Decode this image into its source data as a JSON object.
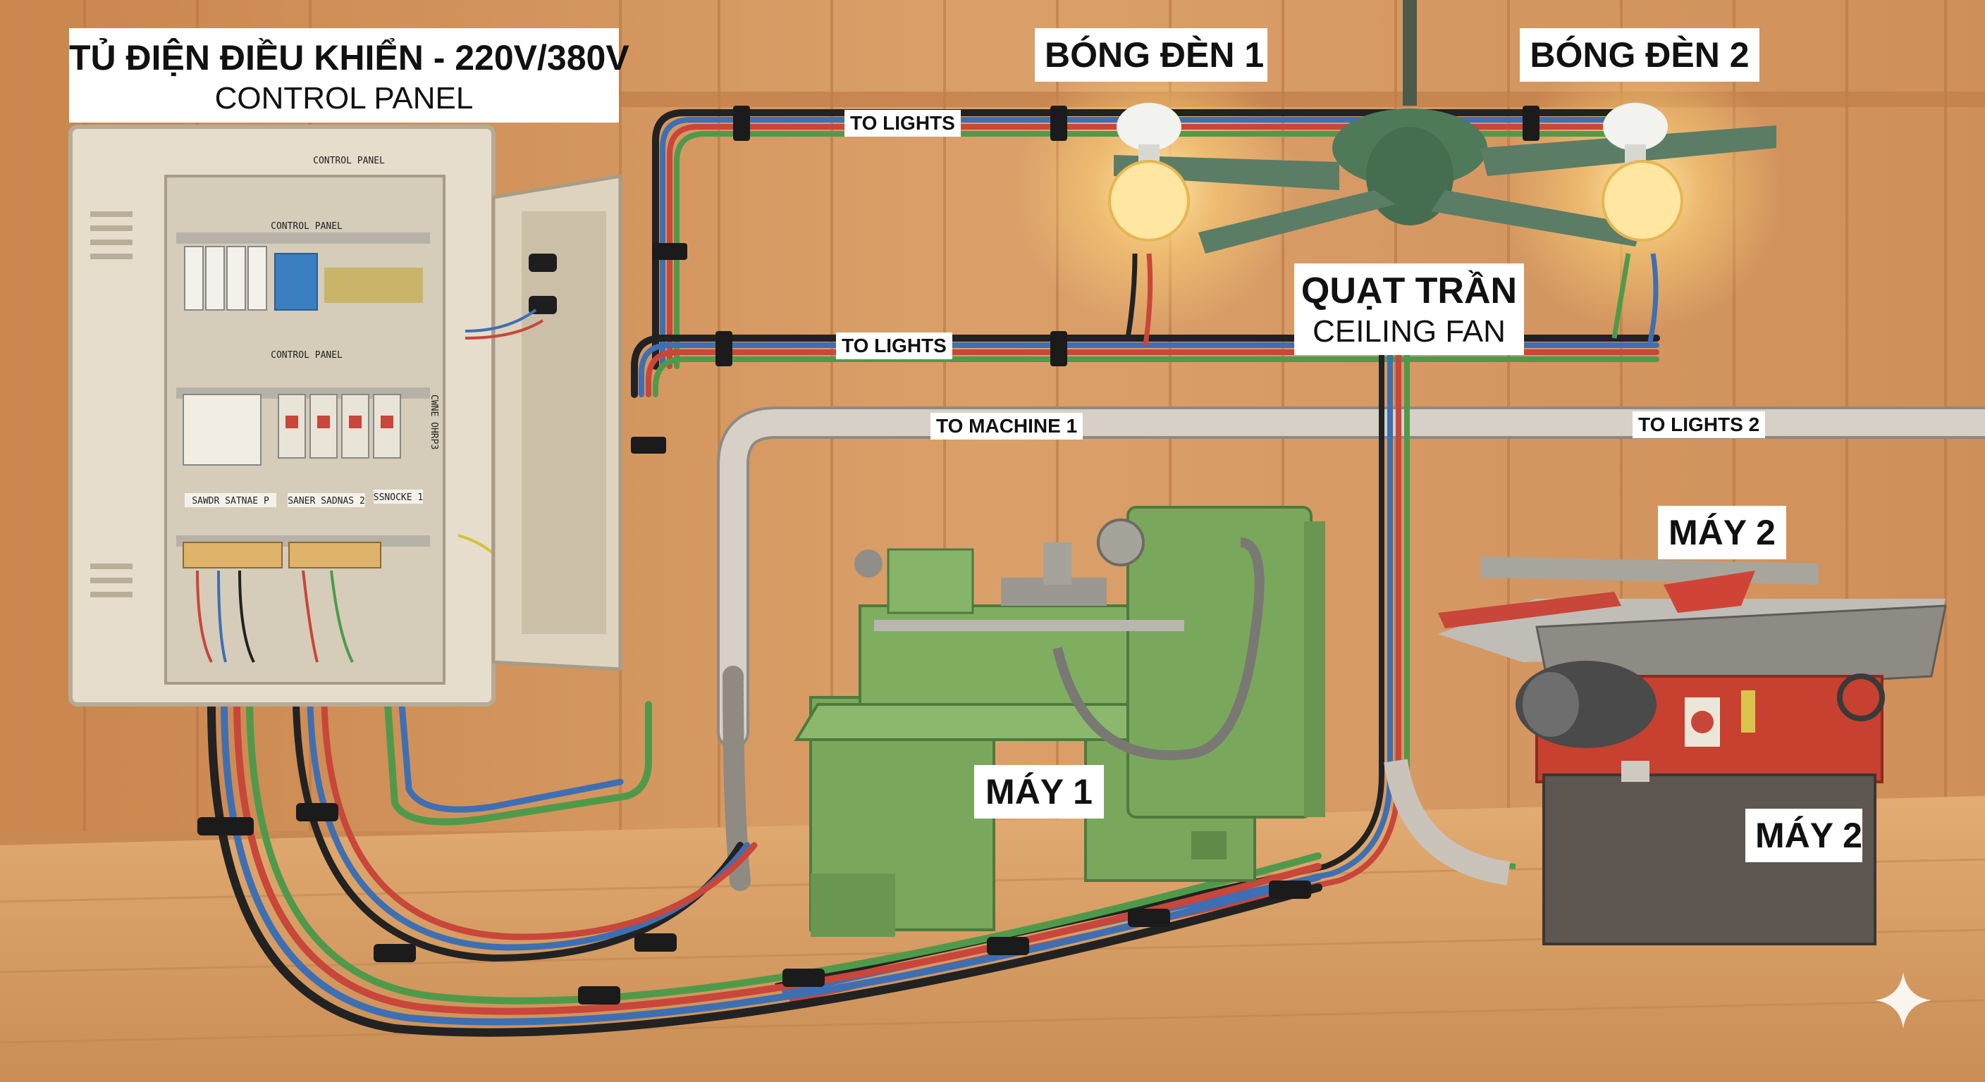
{
  "labels": {
    "panel_title": "TỦ ĐIỆN ĐIỀU KHIỂN - 220V/380V",
    "panel_subtitle": "CONTROL PANEL",
    "bulb1": "BÓNG ĐÈN 1",
    "bulb2": "BÓNG ĐÈN 2",
    "fan_title": "QUẠT TRẦN",
    "fan_subtitle": "CEILING FAN",
    "machine1": "MÁY 1",
    "machine2_upper": "MÁY 2",
    "machine2_lower": "MÁY 2"
  },
  "cable_tags": {
    "to_lights_top": "TO LIGHTS",
    "to_lights_mid": "TO LIGHTS",
    "to_machine1": "TO MACHINE 1",
    "to_lights2": "TO LIGHTS 2"
  },
  "panel_internal": {
    "box_top": "CONTROL PANEL",
    "inner_top": "CONTROL PANEL",
    "inner_mid": "CONTROL PANEL",
    "row_label_1": "SAWDR SATNAE P",
    "row_label_2": "SANER SADNAS 2",
    "row_label_3": "SSNOCKE 1",
    "side_label": "CWNE OHRP3"
  },
  "icons": [
    "sparkle-icon"
  ],
  "colors": {
    "wall": "#d39560",
    "floor": "#d9a26a",
    "machine_green": "#6e9e54",
    "saw_red": "#c8402f",
    "panel_beige": "#e6ddcc",
    "conduit_grey": "#cfc9c0",
    "wire_red": "#c8463a",
    "wire_blue": "#3e6fb3",
    "wire_green": "#4f9a4a",
    "wire_black": "#222222",
    "bulb_glow": "#ffd37a"
  }
}
